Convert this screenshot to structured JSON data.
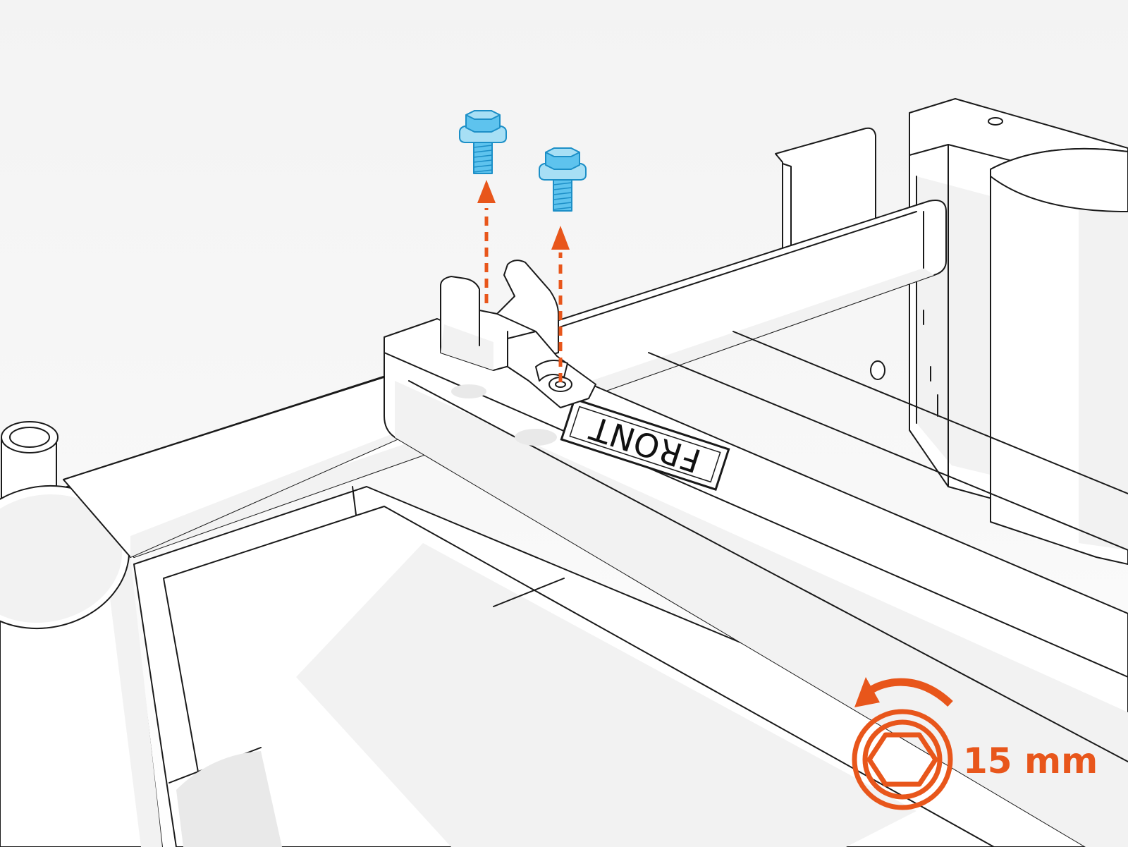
{
  "diagram": {
    "front_label": "FRONT",
    "tool": {
      "size_label": "15 mm",
      "icon": "hex-socket-icon",
      "rotation": "counter-clockwise-arrow-icon",
      "color": "#e8561b"
    },
    "bolts": [
      {
        "name": "flange-hex-bolt",
        "color": "#5ec3ee"
      },
      {
        "name": "flange-hex-bolt",
        "color": "#5ec3ee"
      }
    ],
    "motion": {
      "direction": "remove-upward",
      "color": "#e8561b"
    },
    "background_color": "#f4f4f4"
  }
}
